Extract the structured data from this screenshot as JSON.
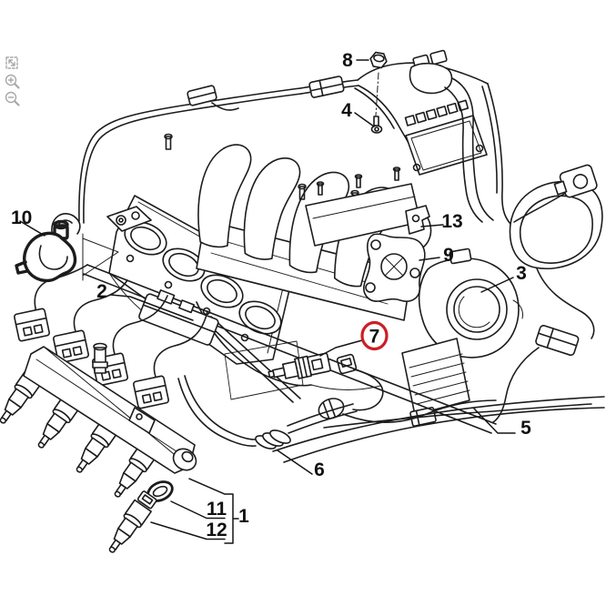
{
  "viewer": {
    "icon_color": "#a8a8a8",
    "toolbar": [
      {
        "name": "fit-to-view",
        "icon": "fit-to-view-icon"
      },
      {
        "name": "zoom-in",
        "icon": "zoom-in-icon"
      },
      {
        "name": "zoom-out",
        "icon": "zoom-out-icon"
      }
    ]
  },
  "diagram": {
    "background": "#ffffff",
    "line_color": "#1c1c1c",
    "highlight_color": "#cc1f26",
    "callouts": [
      {
        "label": "1",
        "highlighted": false
      },
      {
        "label": "2",
        "highlighted": false
      },
      {
        "label": "3",
        "highlighted": false
      },
      {
        "label": "4",
        "highlighted": false
      },
      {
        "label": "5",
        "highlighted": false
      },
      {
        "label": "6",
        "highlighted": false
      },
      {
        "label": "7",
        "highlighted": true
      },
      {
        "label": "8",
        "highlighted": false
      },
      {
        "label": "9",
        "highlighted": false
      },
      {
        "label": "10",
        "highlighted": false
      },
      {
        "label": "11",
        "highlighted": false
      },
      {
        "label": "12",
        "highlighted": false
      },
      {
        "label": "13",
        "highlighted": false
      }
    ]
  }
}
